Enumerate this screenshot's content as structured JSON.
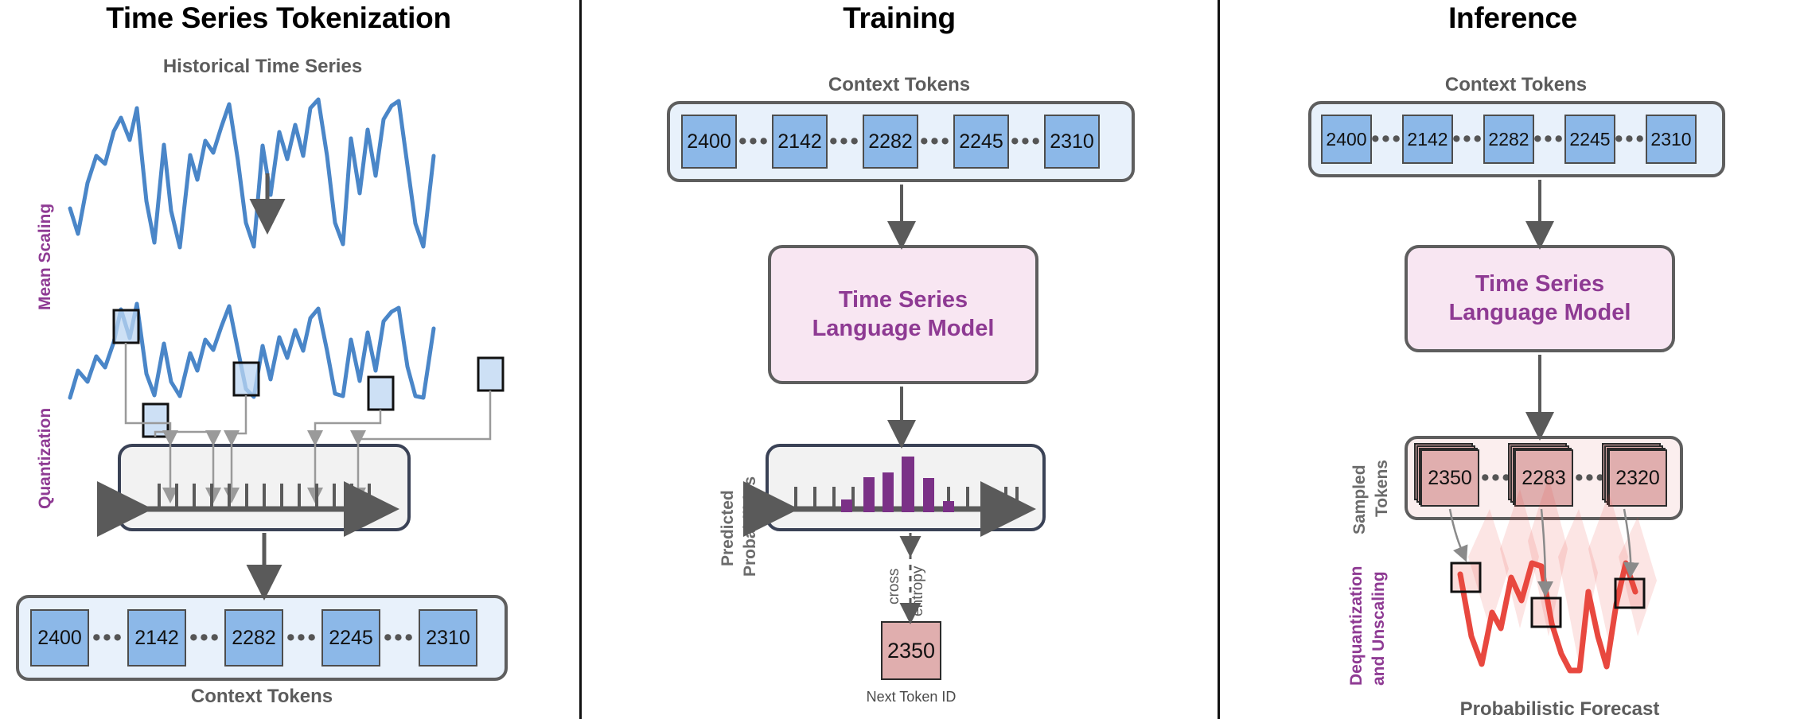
{
  "panels": [
    {
      "title": "Time Series Tokenization"
    },
    {
      "title": "Training"
    },
    {
      "title": "Inference"
    }
  ],
  "tokenization": {
    "series_label": "Historical Time Series",
    "mean_scaling_label": "Mean Scaling",
    "quantization_label": "Quantization",
    "context_tokens_label": "Context Tokens",
    "tokens": [
      "2400",
      "2142",
      "2282",
      "2245",
      "2310"
    ],
    "ellipsis": "•••",
    "num_bins": 13,
    "num_selected": 5
  },
  "training": {
    "context_tokens_label": "Context Tokens",
    "tokens": [
      "2400",
      "2142",
      "2282",
      "2245",
      "2310"
    ],
    "ellipsis": "•••",
    "model_line1": "Time Series",
    "model_line2": "Language Model",
    "predicted_probabilities_label": "Predicted\nProbabilities",
    "predicted_probabilities_line1": "Predicted",
    "predicted_probabilities_line2": "Probabilities",
    "loss_label_line1": "cross",
    "loss_label_line2": "entropy",
    "next_token_id": "2350",
    "next_token_caption": "Next Token ID"
  },
  "inference": {
    "context_tokens_label": "Context Tokens",
    "tokens": [
      "2400",
      "2142",
      "2282",
      "2245",
      "2310"
    ],
    "ellipsis": "•••",
    "model_line1": "Time Series",
    "model_line2": "Language Model",
    "sampled_tokens_label_line1": "Sampled",
    "sampled_tokens_label_line2": "Tokens",
    "sampled_tokens": [
      "2350",
      "2283",
      "2320"
    ],
    "dequant_label_line1": "Dequantization",
    "dequant_label_line2": "and Unscaling",
    "forecast_caption": "Probabilistic Forecast"
  },
  "colors": {
    "series_blue": "#4a86c8",
    "token_blue": "#8cb8e8",
    "strip_blue_bg": "#e8f1fb",
    "model_pink_bg": "#f8e6f2",
    "model_purple_text": "#8e3a93",
    "token_pink": "#e0aeae",
    "forecast_red": "#e8483f",
    "bin_box_border": "#3a4256",
    "label_gray": "#5c5c5c",
    "divider_black": "#111111"
  },
  "chart_data": {
    "type": "line",
    "title": "Historical Time Series",
    "series": [
      {
        "name": "historical",
        "values": [
          10,
          42,
          20,
          55,
          34,
          70,
          90,
          60,
          98,
          25,
          5,
          62,
          24,
          2,
          52,
          38,
          68,
          58,
          80,
          92,
          46,
          8,
          0,
          60,
          22,
          70,
          50,
          78,
          55,
          86,
          96,
          55,
          12,
          3,
          64,
          26,
          74,
          36,
          82,
          90,
          94,
          40,
          8,
          0,
          72
        ]
      },
      {
        "name": "scaled",
        "values": [
          14,
          40,
          26,
          50,
          38,
          64,
          86,
          54,
          92,
          20,
          8,
          56,
          22,
          6,
          48,
          34,
          62,
          52,
          74,
          88,
          42,
          10,
          4,
          56,
          18,
          66,
          46,
          72,
          50,
          80,
          90,
          50,
          10,
          6,
          60,
          22,
          70,
          32,
          78,
          86,
          90,
          36,
          6,
          4,
          68
        ]
      },
      {
        "name": "forecast",
        "values": [
          72,
          30,
          12,
          46,
          34,
          66,
          54,
          78,
          74,
          46,
          22,
          2,
          2,
          60,
          30,
          10,
          44,
          68,
          52
        ]
      }
    ],
    "predicted_probabilities": {
      "type": "bar",
      "bin_count": 13,
      "values": [
        0,
        0,
        0.18,
        0,
        0.62,
        0,
        0.74,
        0,
        1.0,
        0,
        0.58,
        0.14,
        0,
        0,
        0
      ],
      "bars": [
        {
          "bin": 3,
          "height": 0.2
        },
        {
          "bin": 5,
          "height": 0.62
        },
        {
          "bin": 6,
          "height": 0.74
        },
        {
          "bin": 8,
          "height": 1.0
        },
        {
          "bin": 9,
          "height": 0.58
        },
        {
          "bin": 10,
          "height": 0.16
        }
      ],
      "color": "#7b3187"
    }
  }
}
